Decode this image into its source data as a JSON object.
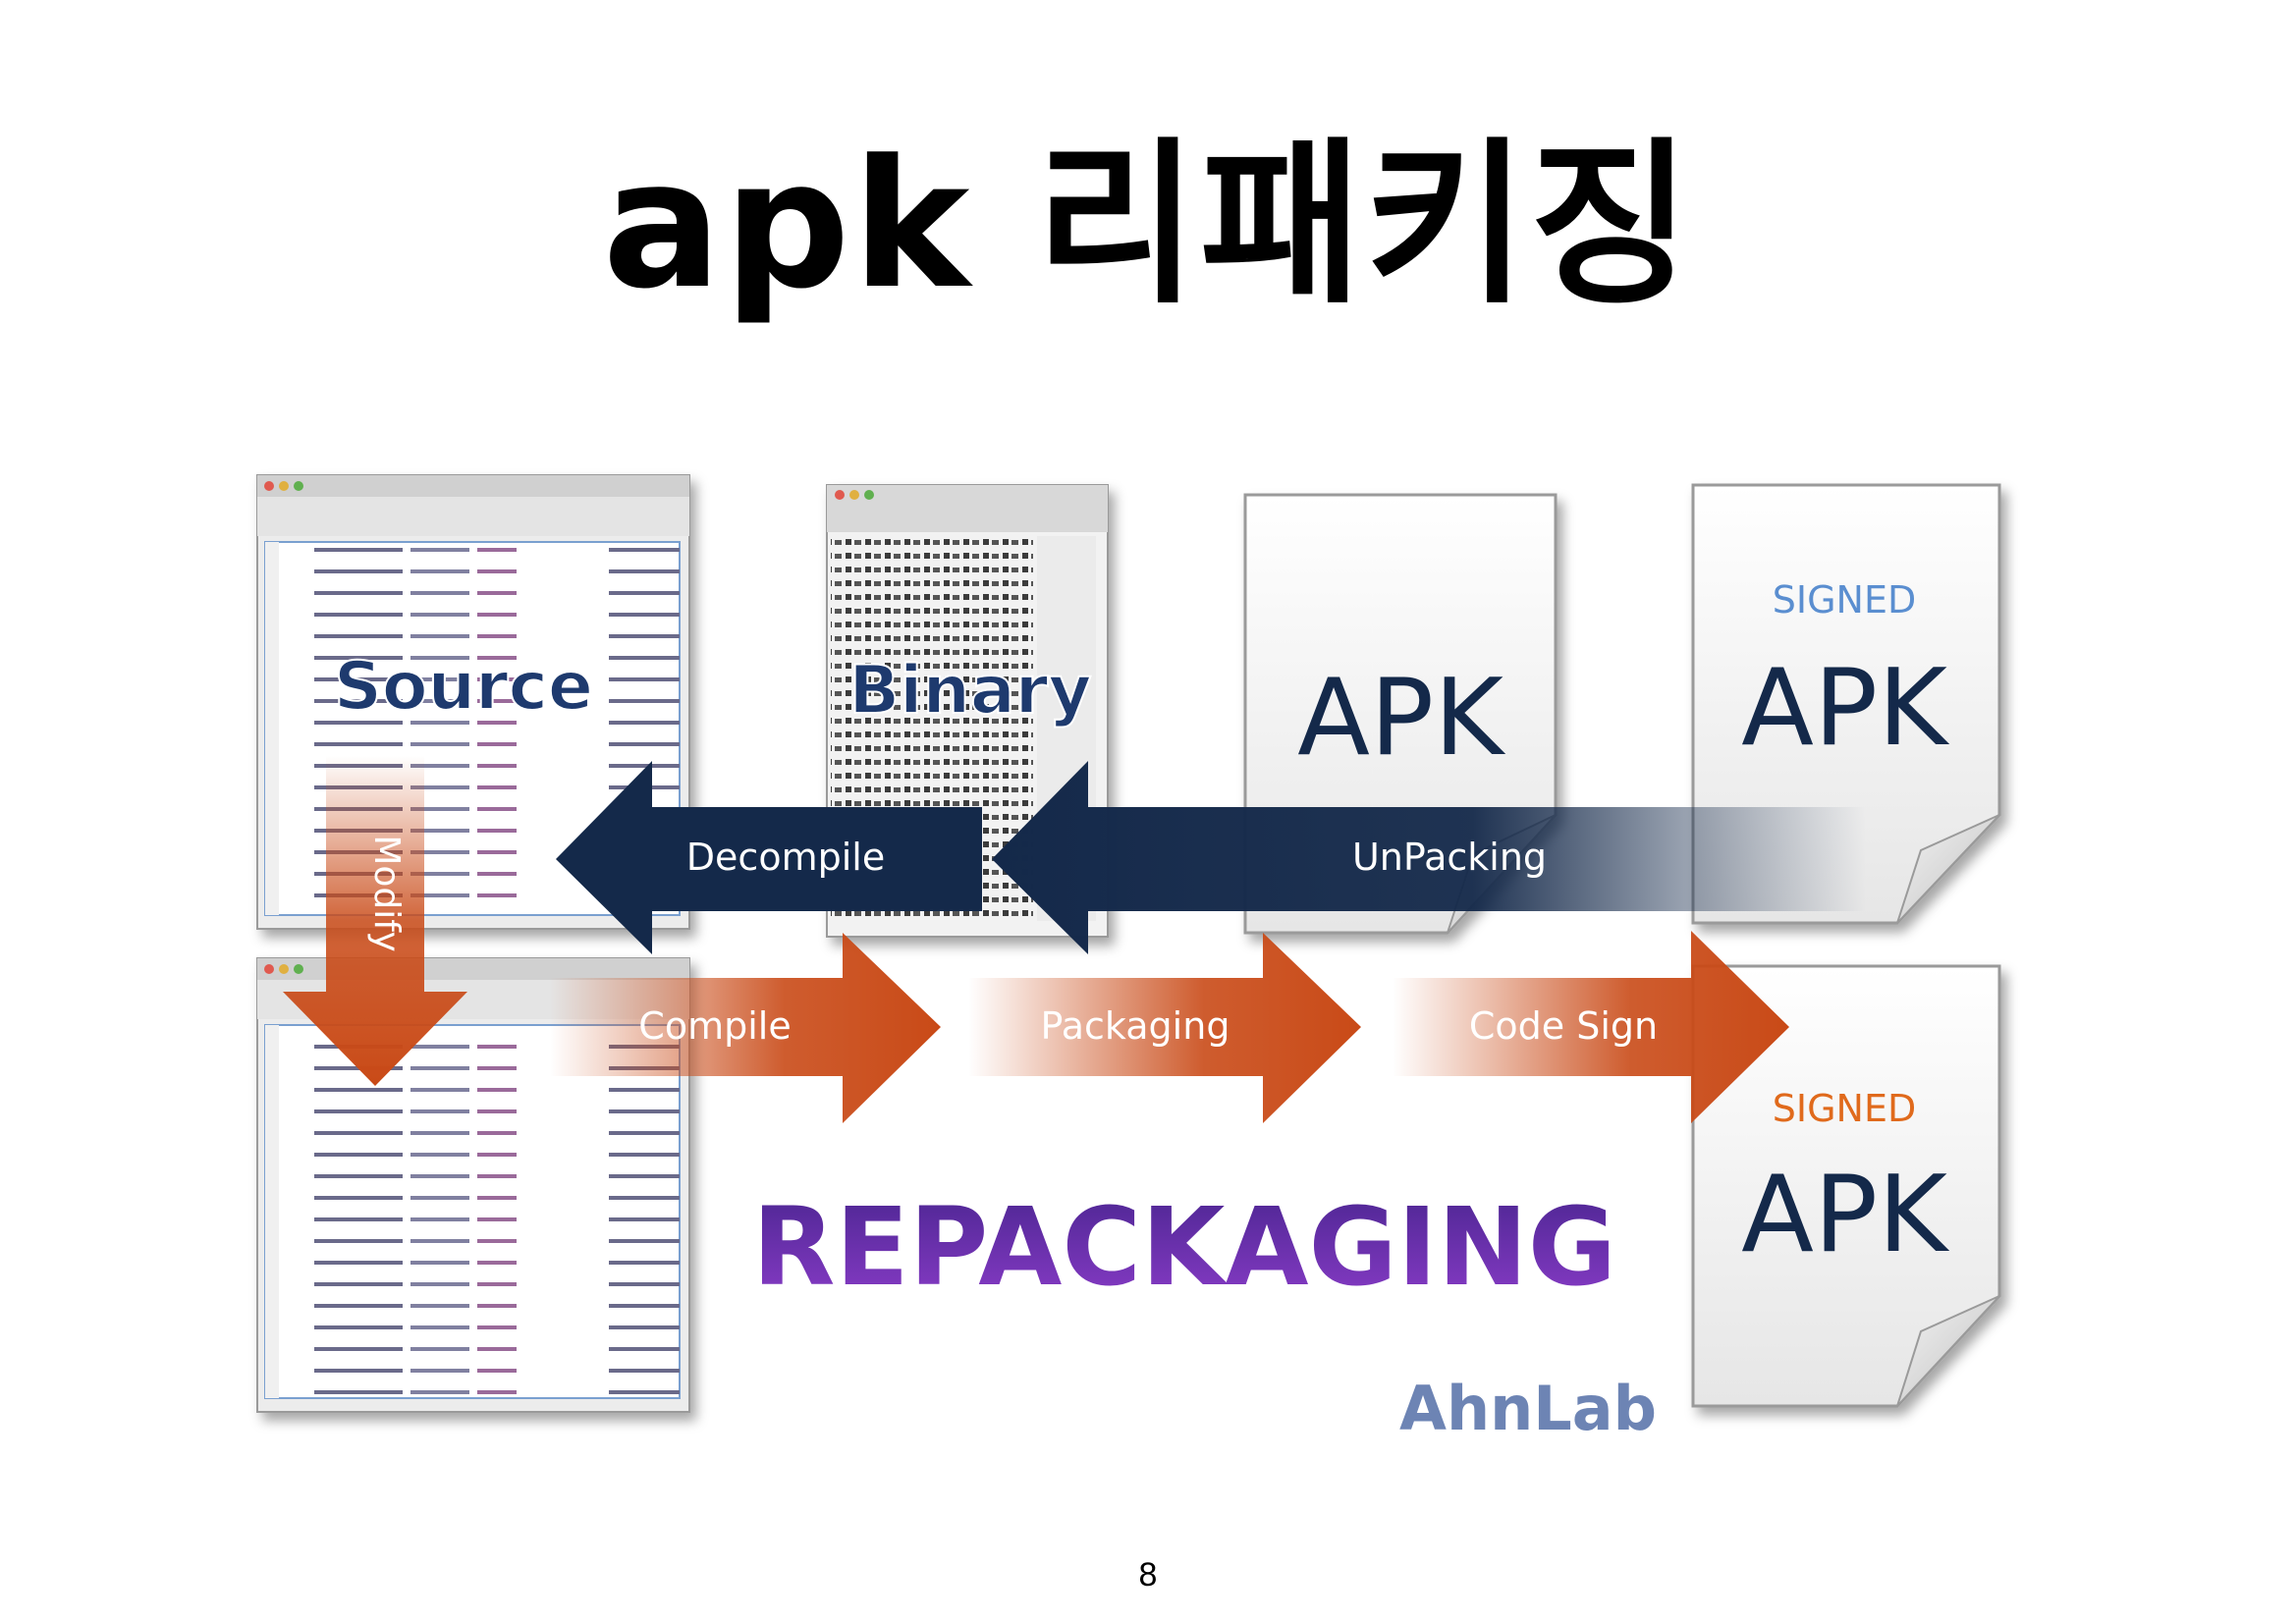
{
  "slide": {
    "title": "apk 리패키징",
    "page_number": "8"
  },
  "diagram": {
    "source_label": "Source",
    "binary_label": "Binary",
    "apk_label": "APK",
    "signed_label": "SIGNED",
    "arrows": {
      "decompile": "Decompile",
      "unpacking": "UnPacking",
      "modify": "Modify",
      "compile": "Compile",
      "packaging": "Packaging",
      "code_sign": "Code Sign"
    },
    "repackaging_label": "REPACKAGING",
    "logo_text": "AhnLab"
  },
  "colors": {
    "navy": "#14294a",
    "orange": "#c94a17",
    "purple": "#6030a0",
    "signed_blue": "#5a8ed0",
    "signed_orange": "#e06a1c",
    "logo_blue": "#6d84b4"
  },
  "icons": [
    "ide-screenshot",
    "hex-editor-screenshot",
    "document-icon"
  ]
}
